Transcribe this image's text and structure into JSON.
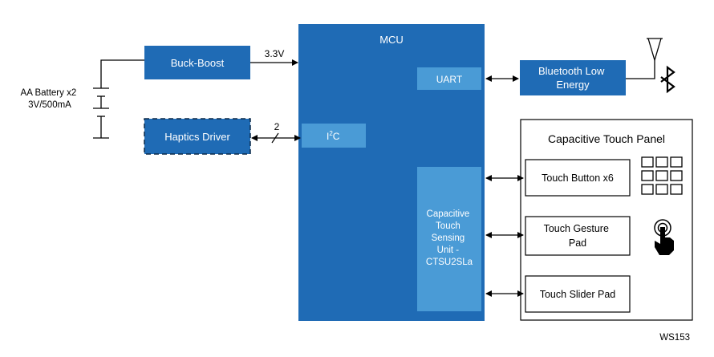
{
  "mcu": {
    "title": "MCU",
    "uart": "UART",
    "i2c_main": "I",
    "i2c_sup": "2",
    "i2c_tail": "C",
    "ctsu_lines": [
      "Capacitive",
      "Touch",
      "Sensing",
      "Unit -",
      "CTSU2SLa"
    ]
  },
  "power": {
    "battery_line1": "AA Battery x2",
    "battery_line2": "3V/500mA",
    "buck_boost": "Buck-Boost",
    "voltage": "3.3V"
  },
  "haptics": {
    "label": "Haptics Driver",
    "bus_width": "2"
  },
  "ble": {
    "line1": "Bluetooth Low",
    "line2": "Energy"
  },
  "touch_panel": {
    "title": "Capacitive Touch Panel",
    "button": "Touch Button x6",
    "gesture_line1": "Touch Gesture",
    "gesture_line2": "Pad",
    "slider": "Touch Slider Pad"
  },
  "figure_id": "WS153",
  "colors": {
    "block_blue": "#1f6bb5",
    "inner_blue": "#4a9bd6",
    "line": "#000000"
  }
}
